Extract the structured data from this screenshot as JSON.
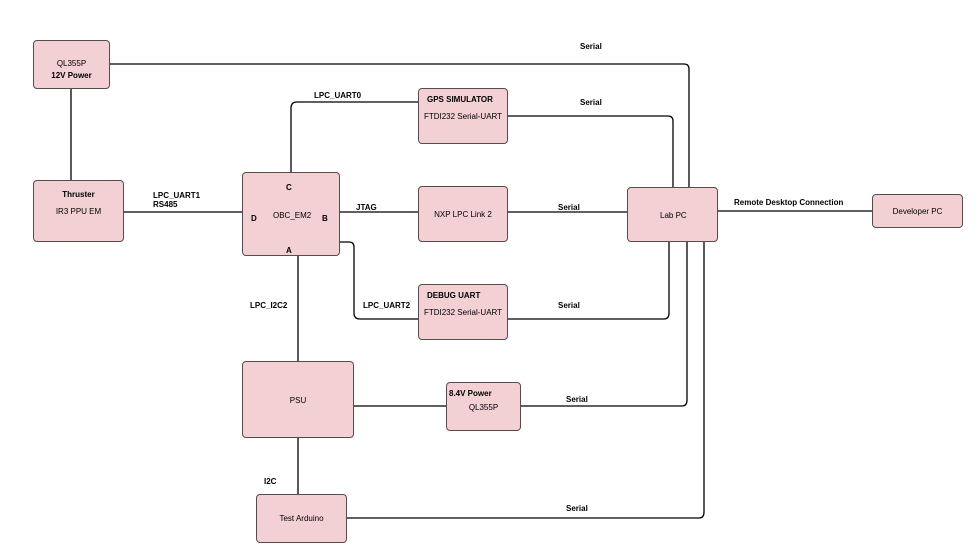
{
  "nodes": {
    "ql355p_top": {
      "line1": "QL355P",
      "line2": "12V Power"
    },
    "thruster": {
      "title": "Thruster",
      "subtitle": "IR3 PPU EM"
    },
    "obc": {
      "label": "OBC_EM2",
      "port_c": "C",
      "port_d": "D",
      "port_b": "B",
      "port_a": "A"
    },
    "gps": {
      "title": "GPS SIMULATOR",
      "subtitle": "FTDI232 Serial-UART"
    },
    "nxp": {
      "label": "NXP LPC Link 2"
    },
    "debug": {
      "title": "DEBUG UART",
      "subtitle": "FTDI232 Serial-UART"
    },
    "labpc": {
      "label": "Lab PC"
    },
    "devpc": {
      "label": "Developer PC"
    },
    "psu": {
      "label": "PSU"
    },
    "ql355p_bottom": {
      "line1": "8.4V Power",
      "line2": "QL355P"
    },
    "arduino": {
      "label": "Test Arduino"
    }
  },
  "links": {
    "serial_top": "Serial",
    "lpc_uart0": "LPC_UART0",
    "serial_gps": "Serial",
    "lpc_uart1": "LPC_UART1",
    "rs485": "RS485",
    "jtag": "JTAG",
    "serial_nxp": "Serial",
    "remote_desktop": "Remote Desktop Connection",
    "lpc_i2c2": "LPC_I2C2",
    "lpc_uart2": "LPC_UART2",
    "serial_debug": "Serial",
    "serial_ql_bottom": "Serial",
    "i2c": "I2C",
    "serial_arduino": "Serial"
  }
}
